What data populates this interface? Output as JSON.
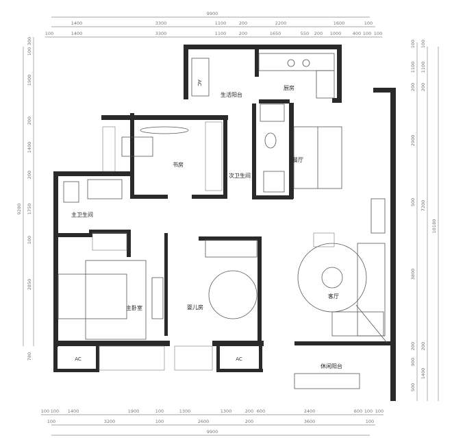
{
  "rooms": {
    "utility_balcony": "生活阳台",
    "kitchen": "厨房",
    "study": "书房",
    "second_bathroom": "次卫生间",
    "dining": "餐厅",
    "master_bathroom": "主卫生间",
    "master_bedroom": "主卧室",
    "nursery": "婴儿房",
    "living_room": "客厅",
    "leisure_balcony": "休闲阳台"
  },
  "ac_label": "AC",
  "dimensions": {
    "top_total": [
      "9900"
    ],
    "top_row2": [
      "1400",
      "3300",
      "1100",
      "200",
      "2200",
      "1600",
      "100"
    ],
    "top_row3": [
      "100",
      "1400",
      "3300",
      "1100",
      "200",
      "1650",
      "550",
      "200",
      "1000",
      "400",
      "100",
      "100"
    ],
    "bottom_row1": [
      "100",
      "100",
      "1400",
      "1900",
      "100",
      "1300",
      "1300",
      "200",
      "600",
      "2400",
      "600",
      "100",
      "100"
    ],
    "bottom_row2": [
      "100",
      "3200",
      "100",
      "2600",
      "200",
      "3600",
      "100"
    ],
    "bottom_total": [
      "9900"
    ],
    "left_inner": [
      "300",
      "100",
      "1900",
      "200",
      "1400",
      "200",
      "1750",
      "100",
      "2850",
      "780"
    ],
    "left_total": [
      "9280"
    ],
    "right_inner": [
      "100",
      "1100",
      "200",
      "2900",
      "500",
      "3800",
      "200",
      "900",
      "500"
    ],
    "right_mid": [
      "100",
      "1100",
      "200",
      "7200",
      "200",
      "1400"
    ],
    "right_total": [
      "10180"
    ]
  }
}
